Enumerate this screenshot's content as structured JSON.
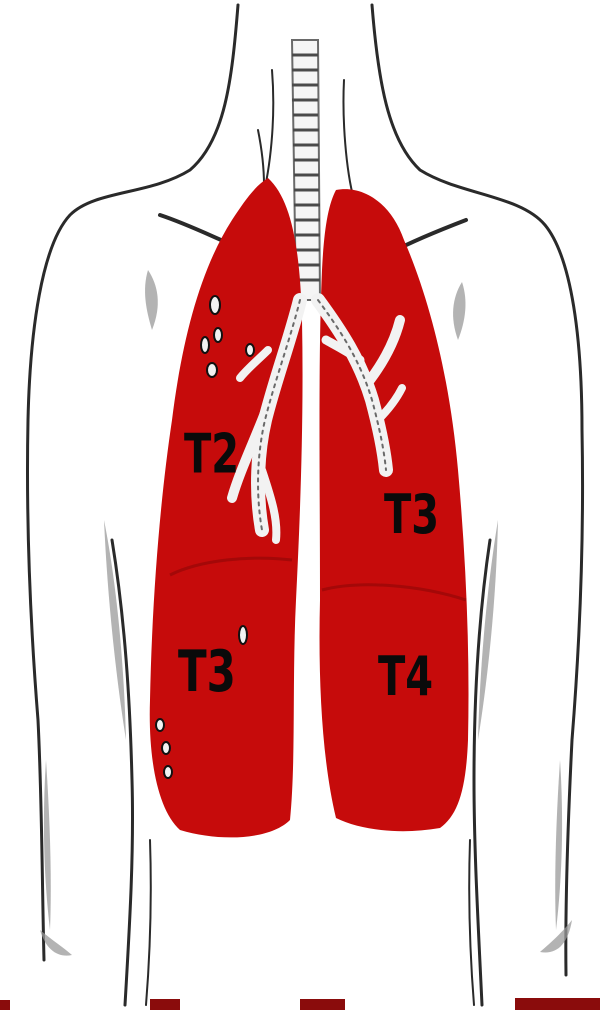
{
  "colors": {
    "background": "#ffffff",
    "lung": "#c60b0b",
    "lung_dark": "#8e0606",
    "outline": "#2a2a2a",
    "shading": "#9a9a9a",
    "airway": "#f2f2f2",
    "label": "#0a0a0a",
    "edge_bar": "#8a0c0c"
  },
  "icons": [
    "torso-outline",
    "trachea",
    "bronchi",
    "tumor-marker"
  ],
  "labels": {
    "upper_left": "T2",
    "lower_left": "T3",
    "upper_right": "T3",
    "lower_right": "T4"
  }
}
